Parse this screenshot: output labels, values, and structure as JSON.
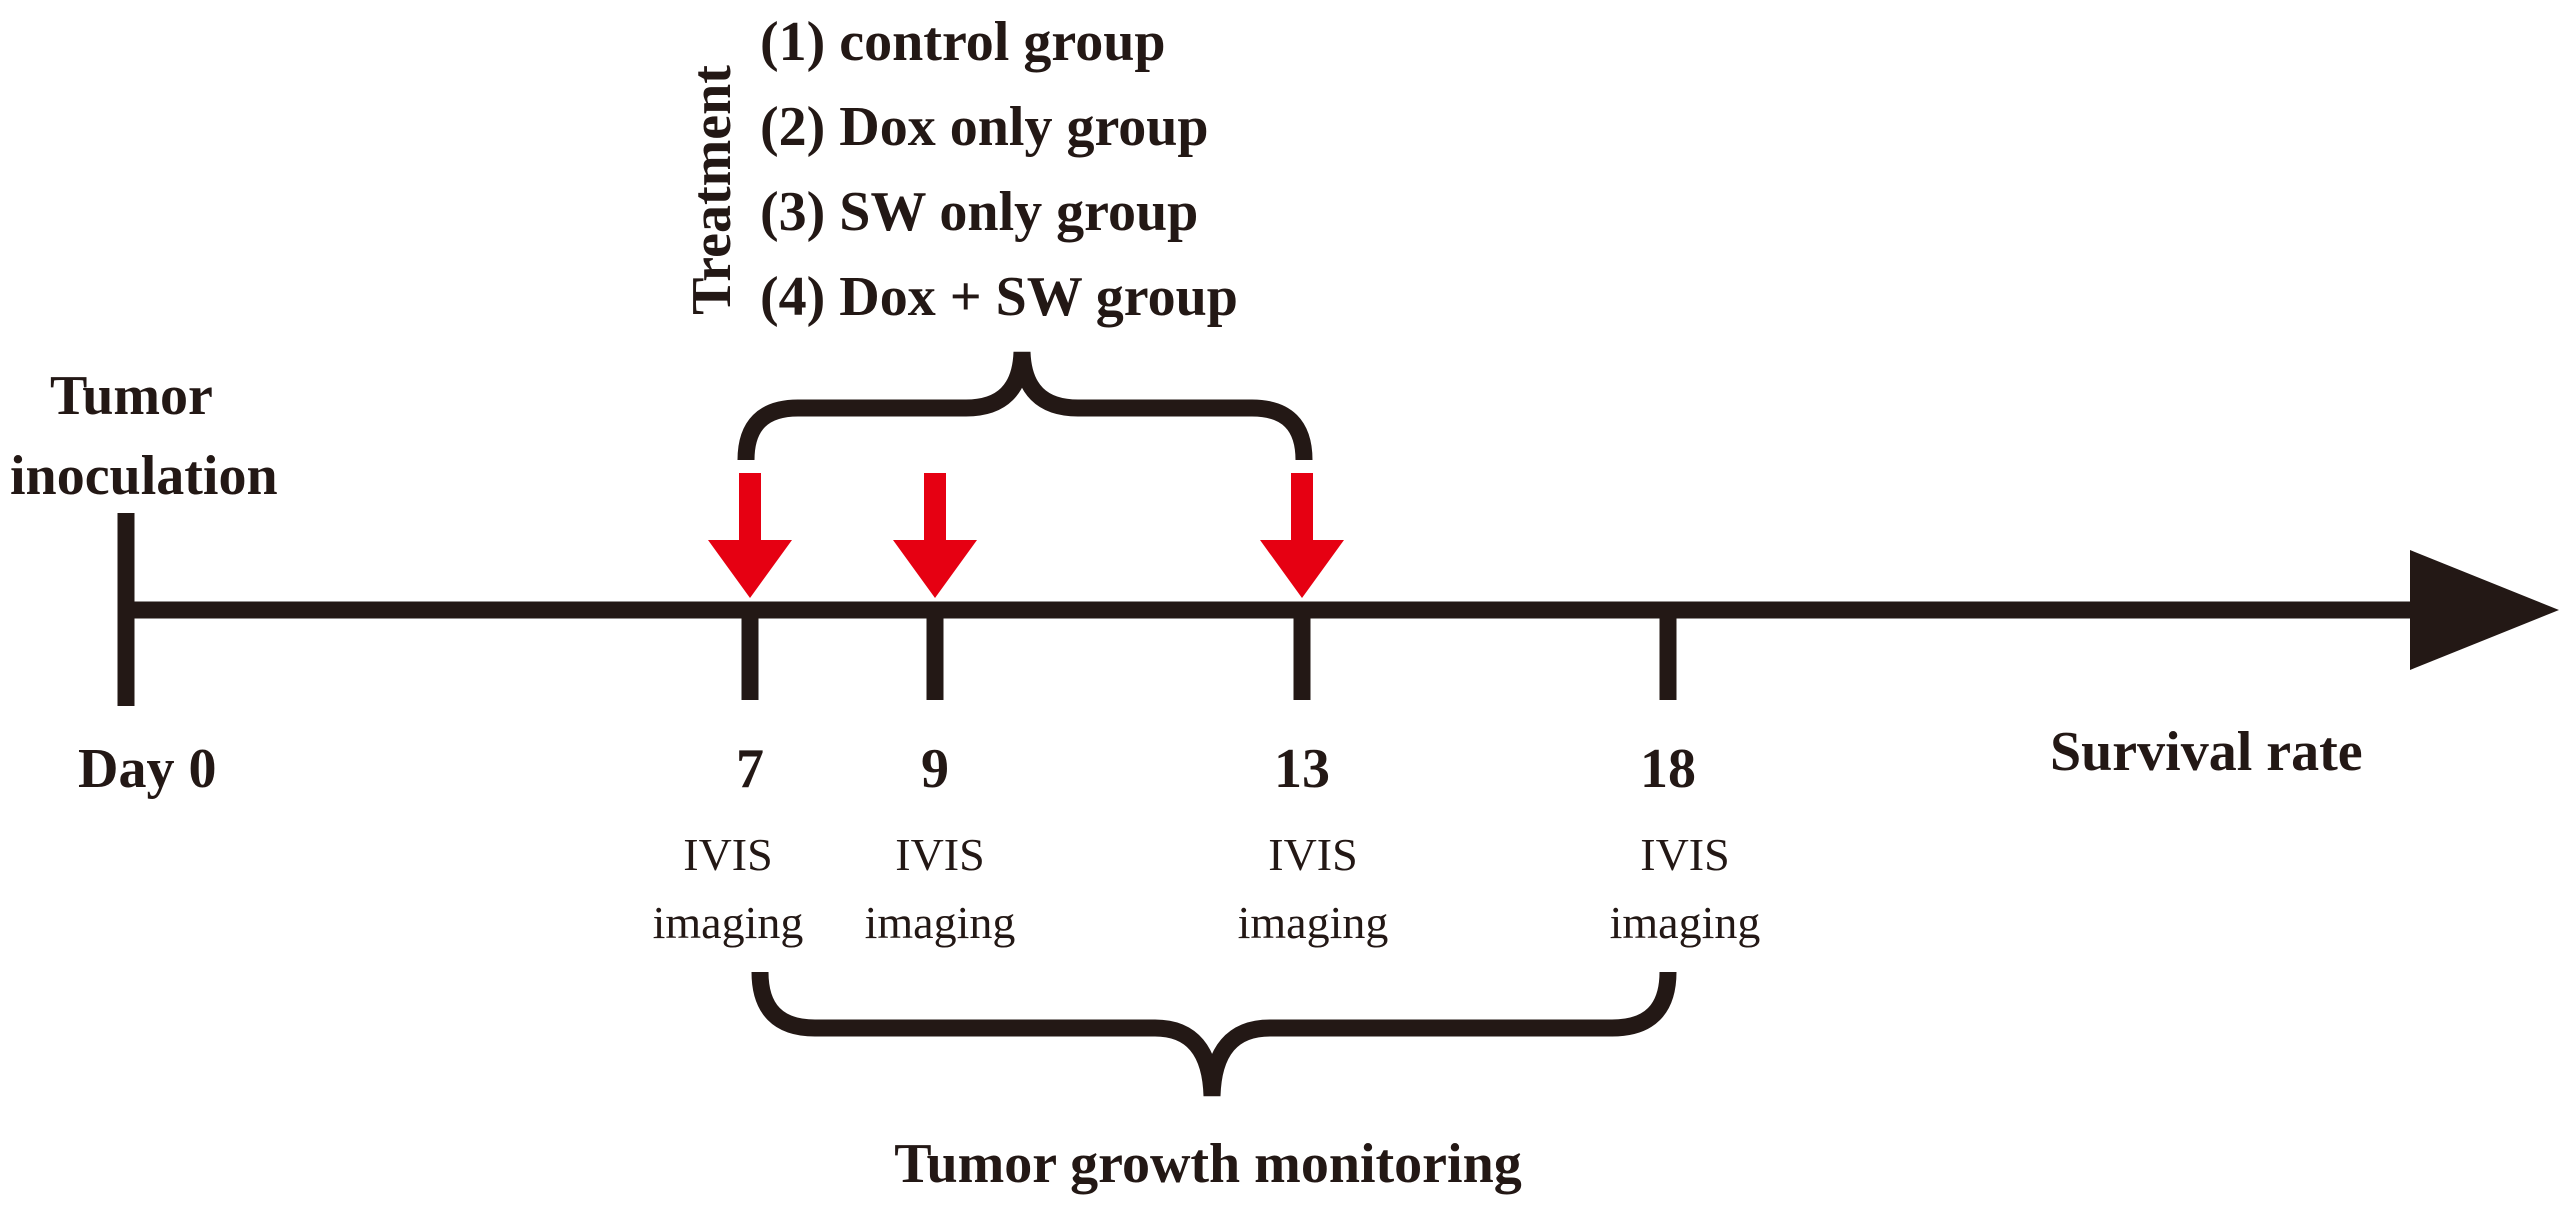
{
  "colors": {
    "ink": "#231815",
    "arrow": "#e60012",
    "background": "#ffffff"
  },
  "treatment": {
    "label": "Treatment",
    "groups": [
      "(1) control group",
      "(2) Dox only group",
      "(3) SW only group",
      "(4) Dox + SW group"
    ]
  },
  "start": {
    "label_line1": "Tumor",
    "label_line2": "inoculation",
    "day_label": "Day 0"
  },
  "timeline": {
    "end_label": "Survival rate",
    "ticks": [
      {
        "day": "7",
        "treatment_arrow": true,
        "imaging_line1": "IVIS",
        "imaging_line2": "imaging"
      },
      {
        "day": "9",
        "treatment_arrow": true,
        "imaging_line1": "IVIS",
        "imaging_line2": "imaging"
      },
      {
        "day": "13",
        "treatment_arrow": true,
        "imaging_line1": "IVIS",
        "imaging_line2": "imaging"
      },
      {
        "day": "18",
        "treatment_arrow": false,
        "imaging_line1": "IVIS",
        "imaging_line2": "imaging"
      }
    ]
  },
  "monitoring": {
    "label": "Tumor growth monitoring"
  }
}
